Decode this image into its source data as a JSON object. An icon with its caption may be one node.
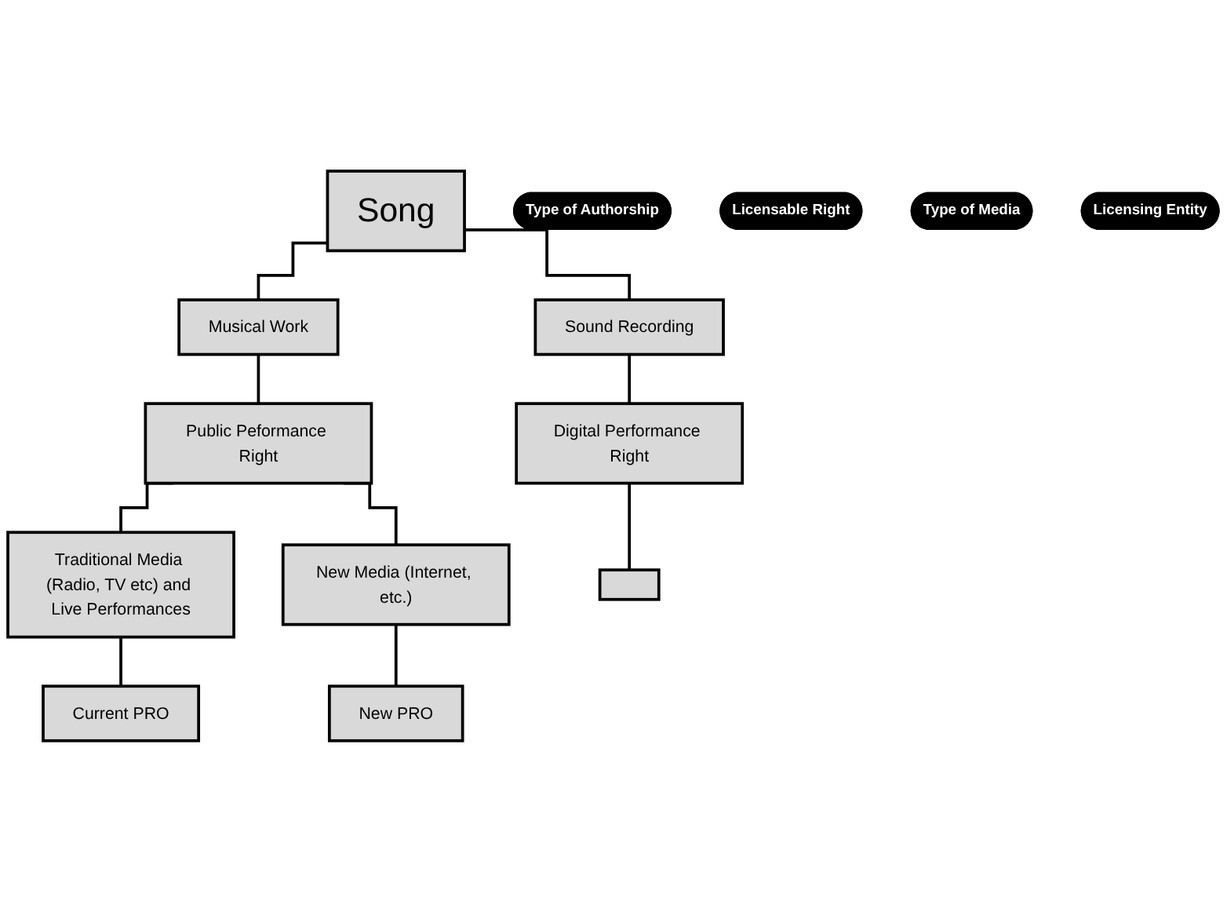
{
  "diagram": {
    "nodes": [
      {
        "text": [
          "Song"
        ]
      },
      {
        "text": [
          "Musical Work"
        ]
      },
      {
        "text": [
          "Sound Recording"
        ]
      },
      {
        "text": [
          "Public Peformance Right"
        ]
      },
      {
        "text": [
          "Digital Performance Right"
        ]
      },
      {
        "text": [
          "Traditional Media (Radio, TV etc) and Live Performances"
        ]
      },
      {
        "text": [
          "New Media (Internet, etc.)"
        ]
      },
      {
        "text": [
          "Current PRO"
        ]
      },
      {
        "text": [
          "New PRO"
        ]
      },
      {
        "text": [],
        "shape": "box"
      },
      {
        "text": [
          "Type of Authorship"
        ]
      },
      {
        "text": [
          "Licensable Right"
        ]
      },
      {
        "text": [
          "Type of Media"
        ]
      },
      {
        "text": [
          "Licensing Entity"
        ]
      }
    ],
    "edges": [
      {
        "from": 0,
        "to": 1,
        "arrow": "none"
      },
      {
        "from": 0,
        "to": 2,
        "arrow": "none"
      },
      {
        "from": 1,
        "to": 3,
        "arrow": "none"
      },
      {
        "from": 2,
        "to": 4,
        "arrow": "none"
      },
      {
        "from": 3,
        "to": 5,
        "arrow": "none"
      },
      {
        "from": 3,
        "to": 6,
        "arrow": "none"
      },
      {
        "from": 5,
        "to": 7,
        "arrow": "none"
      },
      {
        "from": 6,
        "to": 8,
        "arrow": "none"
      },
      {
        "from": 4,
        "to": 9,
        "arrow": "none"
      }
    ]
  }
}
